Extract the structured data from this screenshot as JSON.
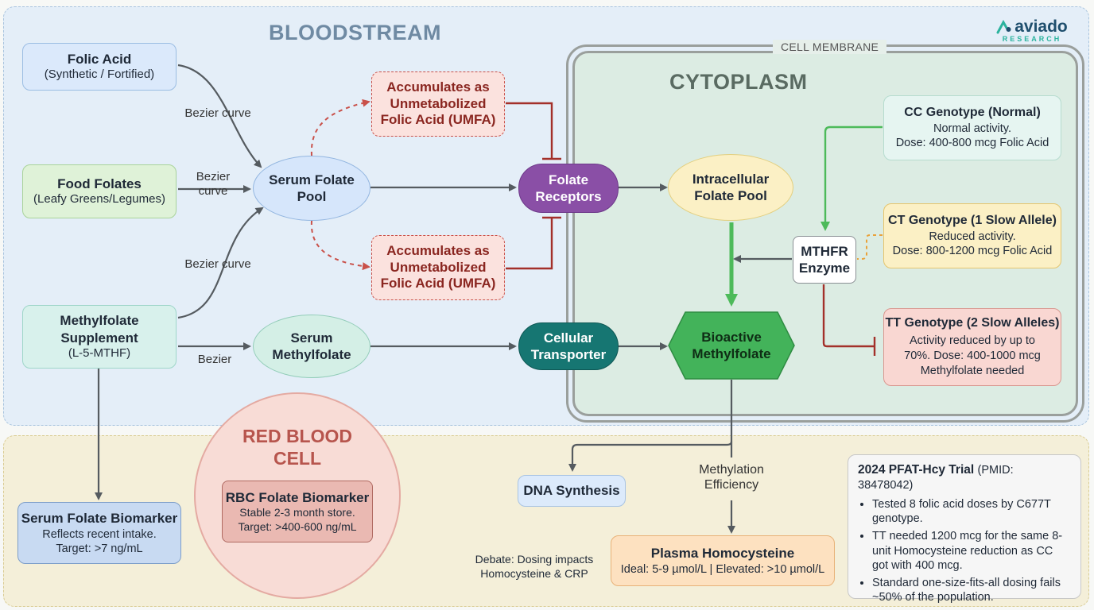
{
  "zones": {
    "bloodstream": "BLOODSTREAM",
    "cytoplasm": "CYTOPLASM",
    "cell_membrane": "CELL MEMBRANE",
    "red_blood_cell": "RED BLOOD CELL"
  },
  "logo": {
    "name": "aviado",
    "tagline": "RESEARCH"
  },
  "sources": {
    "folic_acid": {
      "title": "Folic Acid",
      "sub": "(Synthetic / Fortified)"
    },
    "food_folates": {
      "title": "Food Folates",
      "sub": "(Leafy Greens/Legumes)"
    },
    "methylfolate": {
      "title": "Methylfolate Supplement",
      "sub": "(L-5-MTHF)"
    }
  },
  "edge_labels": {
    "bezier_curve_1": "Bezier curve",
    "bezier_curve_2": "Bezier curve",
    "bezier_curve_3": "Bezier curve",
    "bezier": "Bezier",
    "methylation": "Methylation Efficiency"
  },
  "nodes": {
    "serum_folate_pool": "Serum Folate Pool",
    "serum_methylfolate": "Serum Methylfolate",
    "umfa_top": "Accumulates as Unmetabolized Folic Acid (UMFA)",
    "umfa_bottom": "Accumulates as Unmetabolized Folic Acid (UMFA)",
    "folate_receptors": "Folate Receptors",
    "cellular_transporter": "Cellular Transporter",
    "intracellular_pool": "Intracellular Folate Pool",
    "bioactive_methylfolate": "Bioactive Methylfolate",
    "mthfr_enzyme": "MTHFR Enzyme",
    "dna_synthesis": "DNA Synthesis"
  },
  "genotypes": {
    "cc": {
      "title": "CC Genotype (Normal)",
      "desc": "Normal activity.",
      "dose": "Dose: 400-800 mcg Folic Acid"
    },
    "ct": {
      "title": "CT Genotype (1 Slow Allele)",
      "desc": "Reduced activity.",
      "dose": "Dose: 800-1200 mcg Folic Acid"
    },
    "tt": {
      "title": "TT Genotype (2 Slow Alleles)",
      "desc": "Activity reduced by up to 70%. Dose: 400-1000 mcg Methylfolate needed"
    }
  },
  "biomarkers": {
    "serum": {
      "title": "Serum Folate Biomarker",
      "line1": "Reflects recent intake.",
      "line2": "Target: >7 ng/mL"
    },
    "rbc": {
      "title": "RBC Folate Biomarker",
      "line1": "Stable 2-3 month store.",
      "line2": "Target: >400-600 ng/mL"
    }
  },
  "homocysteine": {
    "title": "Plasma Homocysteine",
    "sub": "Ideal: 5-9 µmol/L | Elevated: >10 µmol/L"
  },
  "debate": "Debate: Dosing impacts Homocysteine & CRP",
  "trial": {
    "title": "2024 PFAT-Hcy Trial",
    "pmid": "(PMID: 38478042)",
    "bullets": [
      "Tested 8 folic acid doses by C677T genotype.",
      "TT needed 1200 mcg for the same 8-unit Homocysteine reduction as CC got with 400 mcg.",
      "Standard one-size-fits-all dosing fails ~50% of the population."
    ]
  },
  "colors": {
    "arrow": "#555b60",
    "umfa_red": "#c9514a",
    "inhibit_red": "#a3302a",
    "green": "#4dba5a",
    "orange": "#e9a23b",
    "receptor_purple": "#8a4fa6",
    "transporter_teal": "#167672",
    "bioactive_green": "#43b35a"
  }
}
